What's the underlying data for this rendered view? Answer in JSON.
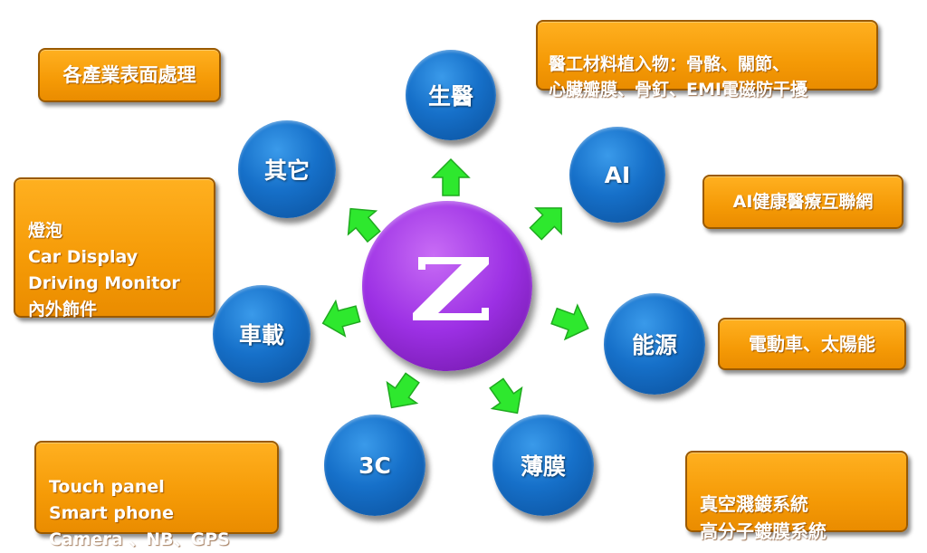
{
  "hub": {
    "logo": "Z"
  },
  "nodes": {
    "biomed": "生醫",
    "ai": "AI",
    "energy": "能源",
    "film": "薄膜",
    "c3": "3C",
    "vehicle": "車載",
    "other": "其它"
  },
  "boxes": {
    "surface": "各產業表面處理",
    "biomed": "醫工材料植入物：骨骼、關節、\n心臟瓣膜、骨釘、EMI電磁防干擾",
    "ai": "AI健康醫療互聯網",
    "energy": "電動車、太陽能",
    "film": "真空濺鍍系統\n高分子鍍膜系統",
    "c3": "Touch panel\nSmart phone\nCamera 、NB、GPS",
    "vehicle": "燈泡\nCar Display\nDriving Monitor\n內外飾件"
  },
  "colors": {
    "arrow": "#2ee82e",
    "node": "#1670c9",
    "hub": "#9c30e4",
    "box": "#f59a06"
  }
}
